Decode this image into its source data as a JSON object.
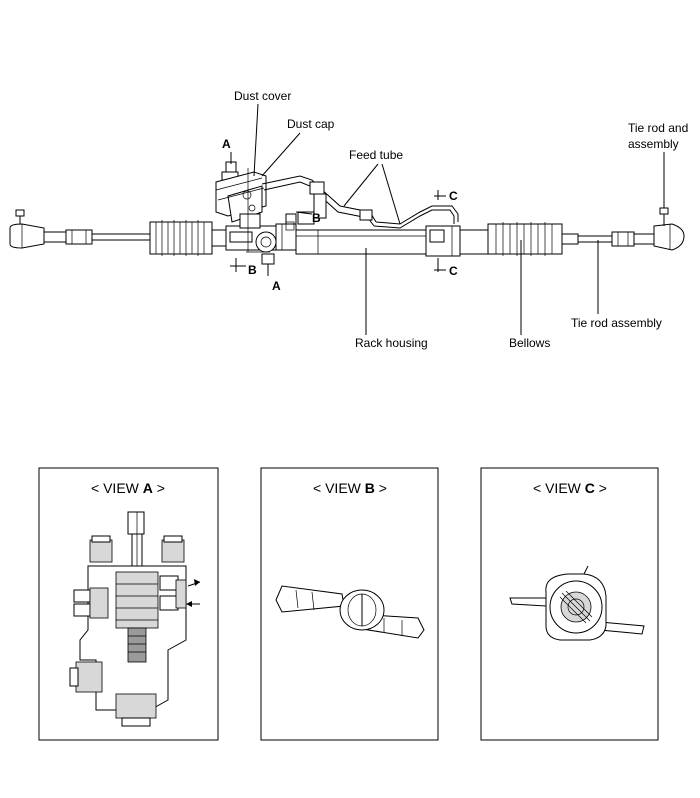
{
  "labels": {
    "dust_cover": "Dust cover",
    "dust_cap": "Dust cap",
    "feed_tube": "Feed tube",
    "tie_rod_and_assembly_1": "Tie rod and",
    "tie_rod_and_assembly_2": "assembly",
    "rack_housing": "Rack housing",
    "bellows": "Bellows",
    "tie_rod_assembly": "Tie rod assembly"
  },
  "markers": {
    "a": "A",
    "b": "B",
    "c": "C"
  },
  "views": [
    {
      "prefix": "< VIEW ",
      "letter": "A",
      "suffix": " >"
    },
    {
      "prefix": "< VIEW ",
      "letter": "B",
      "suffix": " >"
    },
    {
      "prefix": "< VIEW ",
      "letter": "C",
      "suffix": " >"
    }
  ]
}
